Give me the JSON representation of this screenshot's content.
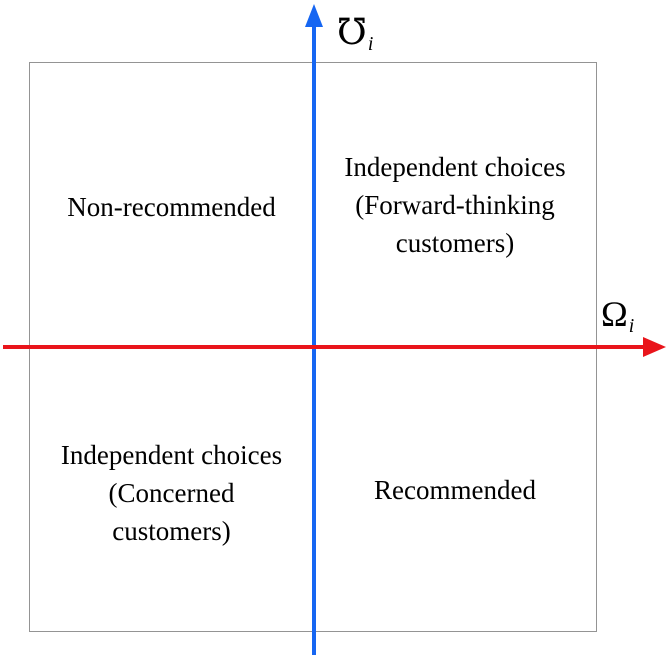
{
  "diagram": {
    "background": "#ffffff",
    "box_border_color": "#949494"
  },
  "y_axis": {
    "label_symbol": "℧",
    "label_subscript": "i",
    "arrow_color": "#1666f2"
  },
  "x_axis": {
    "label_symbol": "Ω",
    "label_subscript": "i",
    "arrow_color": "#e9151b"
  },
  "quadrants": {
    "top_left": {
      "line1": "Non-recommended"
    },
    "top_right": {
      "line1": "Independent choices",
      "line2": "(Forward-thinking",
      "line3": "customers)"
    },
    "bottom_left": {
      "line1": "Independent choices",
      "line2": "(Concerned",
      "line3": "customers)"
    },
    "bottom_right": {
      "line1": "Recommended"
    }
  }
}
